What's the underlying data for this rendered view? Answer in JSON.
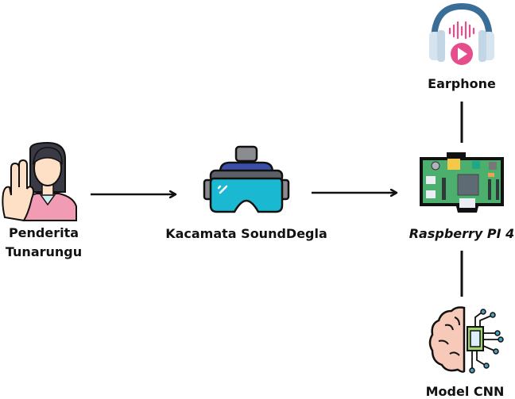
{
  "diagram": {
    "nodes": {
      "patient": {
        "label_line1": "Penderita",
        "label_line2": "Tunarungu",
        "icon": "deaf-person-icon"
      },
      "glasses": {
        "label": "Kacamata SoundDegla",
        "icon": "vr-glasses-icon"
      },
      "raspberry": {
        "label": "Raspberry PI 4",
        "icon": "raspberry-pi-board-icon"
      },
      "earphone": {
        "label": "Earphone",
        "icon": "headphones-icon"
      },
      "cnn": {
        "label": "Model CNN",
        "icon": "brain-chip-icon"
      }
    },
    "edges": [
      {
        "from": "patient",
        "to": "glasses",
        "type": "arrow"
      },
      {
        "from": "glasses",
        "to": "raspberry",
        "type": "arrow"
      },
      {
        "from": "raspberry",
        "to": "earphone",
        "type": "line"
      },
      {
        "from": "raspberry",
        "to": "cnn",
        "type": "line"
      }
    ],
    "colors": {
      "line": "#111111",
      "glass_lens": "#1bb8d2",
      "glass_strap": "#3b4fa8",
      "board": "#4caf6e",
      "headphone_band": "#3b6e96",
      "play_button": "#e64d8c",
      "brain": "#f6c9b8",
      "chip": "#9fd46a",
      "shirt": "#f29bb5",
      "skin": "#fde0c6",
      "hair": "#3a3a44"
    }
  }
}
